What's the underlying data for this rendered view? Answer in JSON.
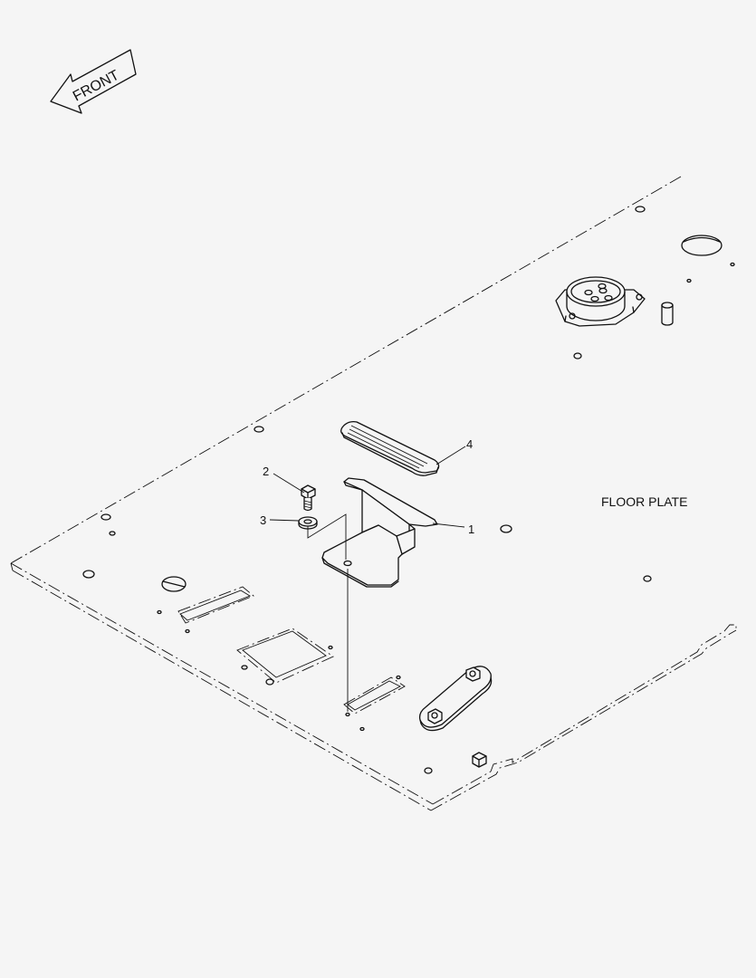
{
  "direction_arrow": {
    "label": "FRONT"
  },
  "assembly_title": "FLOOR PLATE",
  "callouts": [
    {
      "number": "1",
      "part": "bracket"
    },
    {
      "number": "2",
      "part": "bolt"
    },
    {
      "number": "3",
      "part": "washer"
    },
    {
      "number": "4",
      "part": "rubber pad"
    }
  ]
}
